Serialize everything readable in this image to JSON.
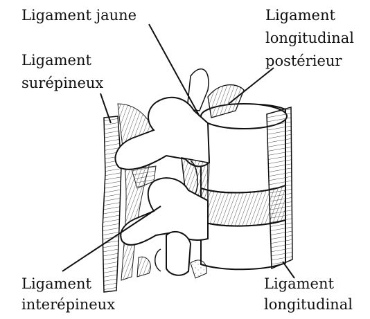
{
  "labels": {
    "ligament_jaune": "Ligament jaune",
    "ligament_longitudinal_posterieur": [
      "Ligament",
      "longitudinal",
      "postérieur"
    ],
    "ligament_surepineux": [
      "Ligament",
      "surépineux"
    ],
    "ligament_interepineux": [
      "Ligament",
      "interépineux"
    ],
    "ligament_longitudinal": [
      "Ligament",
      "longitudinal"
    ]
  },
  "colors": {
    "ink": "#111111",
    "bone_fill": "#ffffff",
    "hatch": "#333333"
  }
}
